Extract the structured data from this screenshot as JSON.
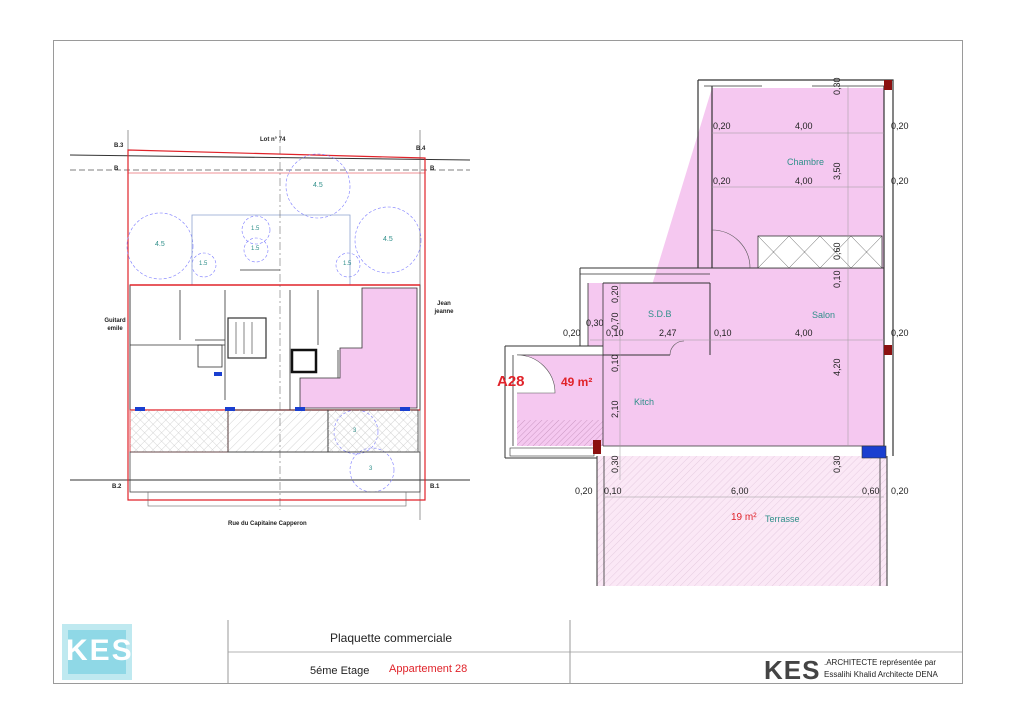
{
  "site_plan": {
    "lot": "Lot n° 74",
    "b3": "B.3",
    "b4": "B.4",
    "b2": "B.2",
    "b1": "B.1",
    "b_left": "B",
    "b_right": "B",
    "street_left": "Guitard emile",
    "street_right": "Jean jeanne",
    "street_bottom": "Rue du Capitaine Capperon",
    "tree_labels": [
      "4.5",
      "4.5",
      "4.5",
      "1.5",
      "1.5",
      "1.5",
      "1.5",
      "3",
      "3"
    ]
  },
  "unit": {
    "code": "A28",
    "area": "49 m²",
    "rooms": {
      "chambre": "Chambre",
      "sdb": "S.D.B",
      "salon": "Salon",
      "kitch": "Kitch",
      "terrasse": "Terrasse",
      "terrasse_area": "19 m²"
    },
    "dimensions": {
      "d1": "0,30",
      "d2": "0,20",
      "d3": "4,00",
      "d4": "0,20",
      "d5": "3,50",
      "d6": "0,20",
      "d7": "4,00",
      "d8": "0,20",
      "d9": "0,60",
      "d10": "0,10",
      "d11": "0,20",
      "d12": "0,20",
      "d13": "0,30",
      "d14": "0,10",
      "d15": "0,70",
      "d16": "2,47",
      "d17": "0,10",
      "d18": "4,00",
      "d19": "0,20",
      "d20": "0,10",
      "d21": "4,20",
      "d22": "2,10",
      "d23": "0,30",
      "d24": "0,30",
      "d25": "0,20",
      "d26": "0,10",
      "d27": "6,00",
      "d28": "0,60",
      "d29": "0,20"
    }
  },
  "title_block": {
    "document": "Plaquette commerciale",
    "floor": "5éme Etage",
    "apartment": "Appartement 28",
    "firm_logo": "KES",
    "firm_line1": ".ARCHITECTE représentée par",
    "firm_line2": "Essalihi Khalid  Architecte DENA"
  },
  "colors": {
    "pink": "#f5c8f0",
    "red": "#e0232a",
    "teal": "#2f8f8a",
    "blue": "#1a3fd0"
  }
}
